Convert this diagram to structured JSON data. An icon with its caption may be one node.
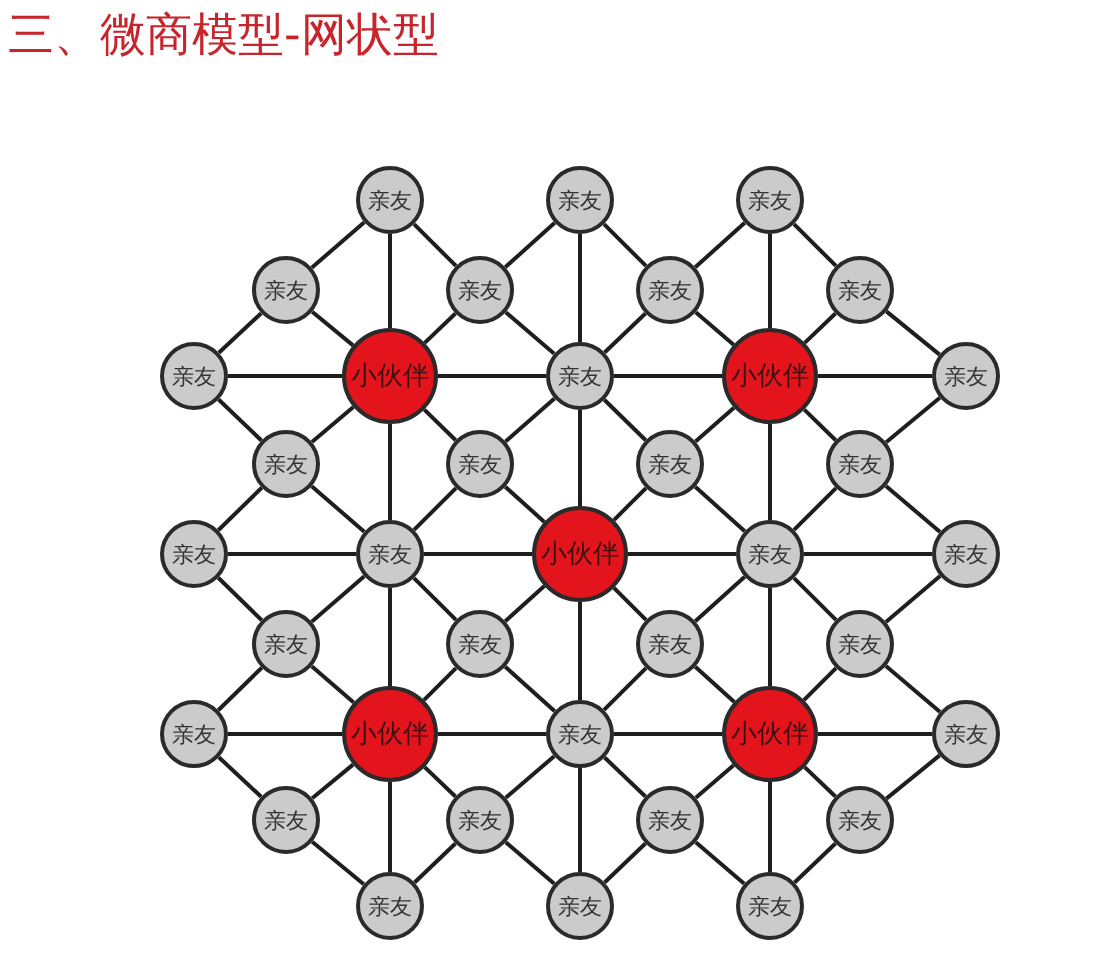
{
  "diagram": {
    "title": "三、微商模型-网状型",
    "nodes": [
      {
        "text": [
          "亲友"
        ]
      },
      {
        "text": [
          "亲友"
        ]
      },
      {
        "text": [
          "亲友"
        ]
      },
      {
        "text": [
          "亲友"
        ]
      },
      {
        "text": [
          "亲友"
        ]
      },
      {
        "text": [
          "亲友"
        ]
      },
      {
        "text": [
          "亲友"
        ]
      },
      {
        "text": [
          "亲友"
        ]
      },
      {
        "text": [
          "小伙伴"
        ]
      },
      {
        "text": [
          "亲友"
        ]
      },
      {
        "text": [
          "小伙伴"
        ]
      },
      {
        "text": [
          "亲友"
        ]
      },
      {
        "text": [
          "亲友"
        ]
      },
      {
        "text": [
          "亲友"
        ]
      },
      {
        "text": [
          "亲友"
        ]
      },
      {
        "text": [
          "亲友"
        ]
      },
      {
        "text": [
          "亲友"
        ]
      },
      {
        "text": [
          "亲友"
        ]
      },
      {
        "text": [
          "小伙伴"
        ]
      },
      {
        "text": [
          "亲友"
        ]
      },
      {
        "text": [
          "亲友"
        ]
      },
      {
        "text": [
          "亲友"
        ]
      },
      {
        "text": [
          "亲友"
        ]
      },
      {
        "text": [
          "亲友"
        ]
      },
      {
        "text": [
          "亲友"
        ]
      },
      {
        "text": [
          "亲友"
        ]
      },
      {
        "text": [
          "小伙伴"
        ]
      },
      {
        "text": [
          "亲友"
        ]
      },
      {
        "text": [
          "小伙伴"
        ]
      },
      {
        "text": [
          "亲友"
        ]
      },
      {
        "text": [
          "亲友"
        ]
      },
      {
        "text": [
          "亲友"
        ]
      },
      {
        "text": [
          "亲友"
        ]
      },
      {
        "text": [
          "亲友"
        ]
      },
      {
        "text": [
          "亲友"
        ]
      },
      {
        "text": [
          "亲友"
        ]
      },
      {
        "text": [
          "亲友"
        ]
      }
    ],
    "edges": [
      {
        "from": 7,
        "to": 8,
        "arrow": "none"
      },
      {
        "from": 8,
        "to": 9,
        "arrow": "none"
      },
      {
        "from": 9,
        "to": 10,
        "arrow": "none"
      },
      {
        "from": 10,
        "to": 11,
        "arrow": "none"
      },
      {
        "from": 16,
        "to": 17,
        "arrow": "none"
      },
      {
        "from": 17,
        "to": 18,
        "arrow": "none"
      },
      {
        "from": 18,
        "to": 19,
        "arrow": "none"
      },
      {
        "from": 19,
        "to": 20,
        "arrow": "none"
      },
      {
        "from": 25,
        "to": 26,
        "arrow": "none"
      },
      {
        "from": 26,
        "to": 27,
        "arrow": "none"
      },
      {
        "from": 27,
        "to": 28,
        "arrow": "none"
      },
      {
        "from": 28,
        "to": 29,
        "arrow": "none"
      },
      {
        "from": 0,
        "to": 8,
        "arrow": "none"
      },
      {
        "from": 8,
        "to": 17,
        "arrow": "none"
      },
      {
        "from": 17,
        "to": 26,
        "arrow": "none"
      },
      {
        "from": 26,
        "to": 34,
        "arrow": "none"
      },
      {
        "from": 1,
        "to": 9,
        "arrow": "none"
      },
      {
        "from": 9,
        "to": 18,
        "arrow": "none"
      },
      {
        "from": 18,
        "to": 27,
        "arrow": "none"
      },
      {
        "from": 27,
        "to": 35,
        "arrow": "none"
      },
      {
        "from": 2,
        "to": 10,
        "arrow": "none"
      },
      {
        "from": 10,
        "to": 19,
        "arrow": "none"
      },
      {
        "from": 19,
        "to": 28,
        "arrow": "none"
      },
      {
        "from": 28,
        "to": 36,
        "arrow": "none"
      },
      {
        "from": 3,
        "to": 0,
        "arrow": "none"
      },
      {
        "from": 3,
        "to": 7,
        "arrow": "none"
      },
      {
        "from": 3,
        "to": 8,
        "arrow": "none"
      },
      {
        "from": 4,
        "to": 0,
        "arrow": "none"
      },
      {
        "from": 4,
        "to": 1,
        "arrow": "none"
      },
      {
        "from": 4,
        "to": 8,
        "arrow": "none"
      },
      {
        "from": 4,
        "to": 9,
        "arrow": "none"
      },
      {
        "from": 5,
        "to": 1,
        "arrow": "none"
      },
      {
        "from": 5,
        "to": 2,
        "arrow": "none"
      },
      {
        "from": 5,
        "to": 9,
        "arrow": "none"
      },
      {
        "from": 5,
        "to": 10,
        "arrow": "none"
      },
      {
        "from": 6,
        "to": 2,
        "arrow": "none"
      },
      {
        "from": 6,
        "to": 10,
        "arrow": "none"
      },
      {
        "from": 6,
        "to": 11,
        "arrow": "none"
      },
      {
        "from": 12,
        "to": 7,
        "arrow": "none"
      },
      {
        "from": 12,
        "to": 8,
        "arrow": "none"
      },
      {
        "from": 12,
        "to": 16,
        "arrow": "none"
      },
      {
        "from": 12,
        "to": 17,
        "arrow": "none"
      },
      {
        "from": 13,
        "to": 8,
        "arrow": "none"
      },
      {
        "from": 13,
        "to": 9,
        "arrow": "none"
      },
      {
        "from": 13,
        "to": 17,
        "arrow": "none"
      },
      {
        "from": 13,
        "to": 18,
        "arrow": "none"
      },
      {
        "from": 14,
        "to": 9,
        "arrow": "none"
      },
      {
        "from": 14,
        "to": 10,
        "arrow": "none"
      },
      {
        "from": 14,
        "to": 18,
        "arrow": "none"
      },
      {
        "from": 14,
        "to": 19,
        "arrow": "none"
      },
      {
        "from": 15,
        "to": 10,
        "arrow": "none"
      },
      {
        "from": 15,
        "to": 11,
        "arrow": "none"
      },
      {
        "from": 15,
        "to": 19,
        "arrow": "none"
      },
      {
        "from": 15,
        "to": 20,
        "arrow": "none"
      },
      {
        "from": 21,
        "to": 16,
        "arrow": "none"
      },
      {
        "from": 21,
        "to": 17,
        "arrow": "none"
      },
      {
        "from": 21,
        "to": 25,
        "arrow": "none"
      },
      {
        "from": 21,
        "to": 26,
        "arrow": "none"
      },
      {
        "from": 22,
        "to": 17,
        "arrow": "none"
      },
      {
        "from": 22,
        "to": 18,
        "arrow": "none"
      },
      {
        "from": 22,
        "to": 26,
        "arrow": "none"
      },
      {
        "from": 22,
        "to": 27,
        "arrow": "none"
      },
      {
        "from": 23,
        "to": 18,
        "arrow": "none"
      },
      {
        "from": 23,
        "to": 19,
        "arrow": "none"
      },
      {
        "from": 23,
        "to": 27,
        "arrow": "none"
      },
      {
        "from": 23,
        "to": 28,
        "arrow": "none"
      },
      {
        "from": 24,
        "to": 19,
        "arrow": "none"
      },
      {
        "from": 24,
        "to": 20,
        "arrow": "none"
      },
      {
        "from": 24,
        "to": 28,
        "arrow": "none"
      },
      {
        "from": 24,
        "to": 29,
        "arrow": "none"
      },
      {
        "from": 30,
        "to": 25,
        "arrow": "none"
      },
      {
        "from": 30,
        "to": 26,
        "arrow": "none"
      },
      {
        "from": 30,
        "to": 34,
        "arrow": "none"
      },
      {
        "from": 31,
        "to": 26,
        "arrow": "none"
      },
      {
        "from": 31,
        "to": 27,
        "arrow": "none"
      },
      {
        "from": 31,
        "to": 34,
        "arrow": "none"
      },
      {
        "from": 31,
        "to": 35,
        "arrow": "none"
      },
      {
        "from": 32,
        "to": 27,
        "arrow": "none"
      },
      {
        "from": 32,
        "to": 28,
        "arrow": "none"
      },
      {
        "from": 32,
        "to": 35,
        "arrow": "none"
      },
      {
        "from": 32,
        "to": 36,
        "arrow": "none"
      },
      {
        "from": 33,
        "to": 28,
        "arrow": "none"
      },
      {
        "from": 33,
        "to": 29,
        "arrow": "none"
      },
      {
        "from": 33,
        "to": 36,
        "arrow": "none"
      }
    ]
  }
}
